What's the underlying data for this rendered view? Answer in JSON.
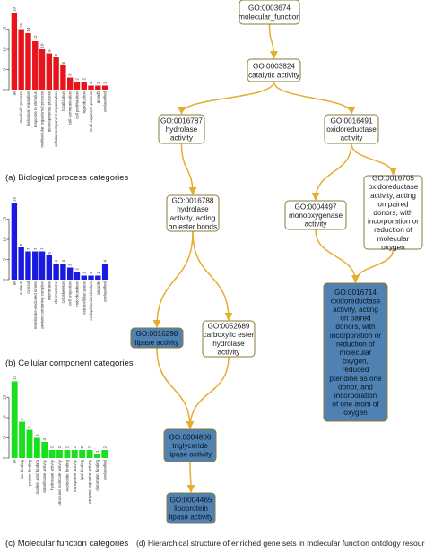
{
  "chart_data": [
    {
      "type": "bar",
      "title": "(a) Biological process categories",
      "color": "#e8141b",
      "ylim": [
        0,
        20
      ],
      "yticks": [
        0,
        5,
        10,
        15
      ],
      "grid": false,
      "categories": [
        "all",
        "metabolic process",
        "biological regulation",
        "response to stimulus",
        "multicellular organismal process",
        "developmental process",
        "cellular component organization",
        "localization",
        "cell communication",
        "cell proliferation",
        "reproduction",
        "multi-organism process",
        "growth",
        "unclassified"
      ],
      "values": [
        19,
        15,
        14,
        12,
        10,
        9,
        8,
        6,
        3,
        2,
        2,
        1,
        1,
        1
      ],
      "labels": [
        "19",
        "15",
        "14",
        "12",
        "10",
        "9",
        "8",
        "6",
        "3",
        "2",
        "2",
        "1",
        "1",
        "1"
      ]
    },
    {
      "type": "bar",
      "title": "(b) Cellular component categories",
      "color": "#1a1ae0",
      "ylim": [
        0,
        20
      ],
      "yticks": [
        0,
        5,
        10,
        15
      ],
      "grid": false,
      "categories": [
        "all",
        "nucleus",
        "cytosol",
        "membrane-enclosed lumen",
        "protein-containing complex",
        "membrane",
        "chromosome",
        "cytoskeleton",
        "cell projection",
        "mitochondrion",
        "extracellular space",
        "endoplasmic reticulum",
        "vacuole",
        "unclassified"
      ],
      "values": [
        19,
        8,
        7,
        7,
        7,
        6,
        4,
        4,
        3,
        2,
        1,
        1,
        1,
        4
      ],
      "labels": [
        "19",
        "8",
        "7",
        "7",
        "7",
        "6",
        "4",
        "4",
        "3",
        "2",
        "1",
        "1",
        "1",
        "4"
      ]
    },
    {
      "type": "bar",
      "title": "(c) Molecular function categories",
      "color": "#19e01f",
      "ylim": [
        0,
        20
      ],
      "yticks": [
        0,
        5,
        10,
        15
      ],
      "grid": false,
      "categories": [
        "all",
        "ion binding",
        "protein binding",
        "nucleic acid binding",
        "transferase activity",
        "hydrolase activity",
        "structural molecule activity",
        "nucleotide binding",
        "transporter activity",
        "lipid binding",
        "enzyme regulator activity",
        "chromatin binding",
        "unclassified"
      ],
      "values": [
        19,
        9,
        7,
        5,
        4,
        2,
        2,
        2,
        2,
        2,
        2,
        1,
        2
      ],
      "labels": [
        "19",
        "9",
        "7",
        "5",
        "4",
        "2",
        "2",
        "2",
        "2",
        "2",
        "2",
        "1",
        "2"
      ]
    }
  ],
  "diagram": {
    "caption": "(d) Hierarchical structure of enriched gene sets in molecular function ontology resources",
    "edge_color": "#e5ad2e",
    "node_fill": "#ffffff",
    "node_highlight_fill": "#4f82b3",
    "node_border": "#8b7a33",
    "nodes": [
      {
        "id": "n1",
        "lines": [
          "GO:0003674",
          "molecular_function"
        ],
        "highlight": false
      },
      {
        "id": "n2",
        "lines": [
          "GO:0003824",
          "catalytic activity"
        ],
        "highlight": false
      },
      {
        "id": "n3",
        "lines": [
          "GO:0016787",
          "hydrolase",
          "activity"
        ],
        "highlight": false
      },
      {
        "id": "n4",
        "lines": [
          "GO:0016491",
          "oxidoreductase",
          "activity"
        ],
        "highlight": false
      },
      {
        "id": "n5",
        "lines": [
          "GO:0016788",
          "hydrolase",
          "activity, acting",
          "on ester bonds"
        ],
        "highlight": false
      },
      {
        "id": "n6",
        "lines": [
          "GO:0004497",
          "monooxygenase",
          "activity"
        ],
        "highlight": false
      },
      {
        "id": "n7",
        "lines": [
          "GO:0016705",
          "oxidoreductase",
          "activity, acting",
          "on paired",
          "donors, with",
          "incorporation or",
          "reduction of",
          "molecular",
          "oxygen"
        ],
        "highlight": false
      },
      {
        "id": "n8",
        "lines": [
          "GO:0016298",
          "lipase activity"
        ],
        "highlight": true
      },
      {
        "id": "n9",
        "lines": [
          "GO:0052689",
          "carboxylic ester",
          "hydrolase",
          "activity"
        ],
        "highlight": false
      },
      {
        "id": "n10",
        "lines": [
          "GO:0016714",
          "oxidoreductase",
          "activity, acting",
          "on paired",
          "donors, with",
          "incorporation or",
          "reduction of",
          "molecular",
          "oxygen,",
          "reduced",
          "pteridine as one",
          "donor, and",
          "incorporation",
          "of one atom of",
          "oxygen"
        ],
        "highlight": true
      },
      {
        "id": "n11",
        "lines": [
          "GO:0004806",
          "triglyceride",
          "lipase activity"
        ],
        "highlight": true
      },
      {
        "id": "n12",
        "lines": [
          "GO:0004465",
          "lipoprotein",
          "lipase activity"
        ],
        "highlight": true
      }
    ],
    "edges": [
      [
        "n1",
        "n2"
      ],
      [
        "n2",
        "n3"
      ],
      [
        "n2",
        "n4"
      ],
      [
        "n3",
        "n5"
      ],
      [
        "n4",
        "n6"
      ],
      [
        "n4",
        "n7"
      ],
      [
        "n5",
        "n8"
      ],
      [
        "n5",
        "n9"
      ],
      [
        "n6",
        "n10"
      ],
      [
        "n7",
        "n10"
      ],
      [
        "n8",
        "n11"
      ],
      [
        "n9",
        "n11"
      ],
      [
        "n11",
        "n12"
      ]
    ]
  }
}
